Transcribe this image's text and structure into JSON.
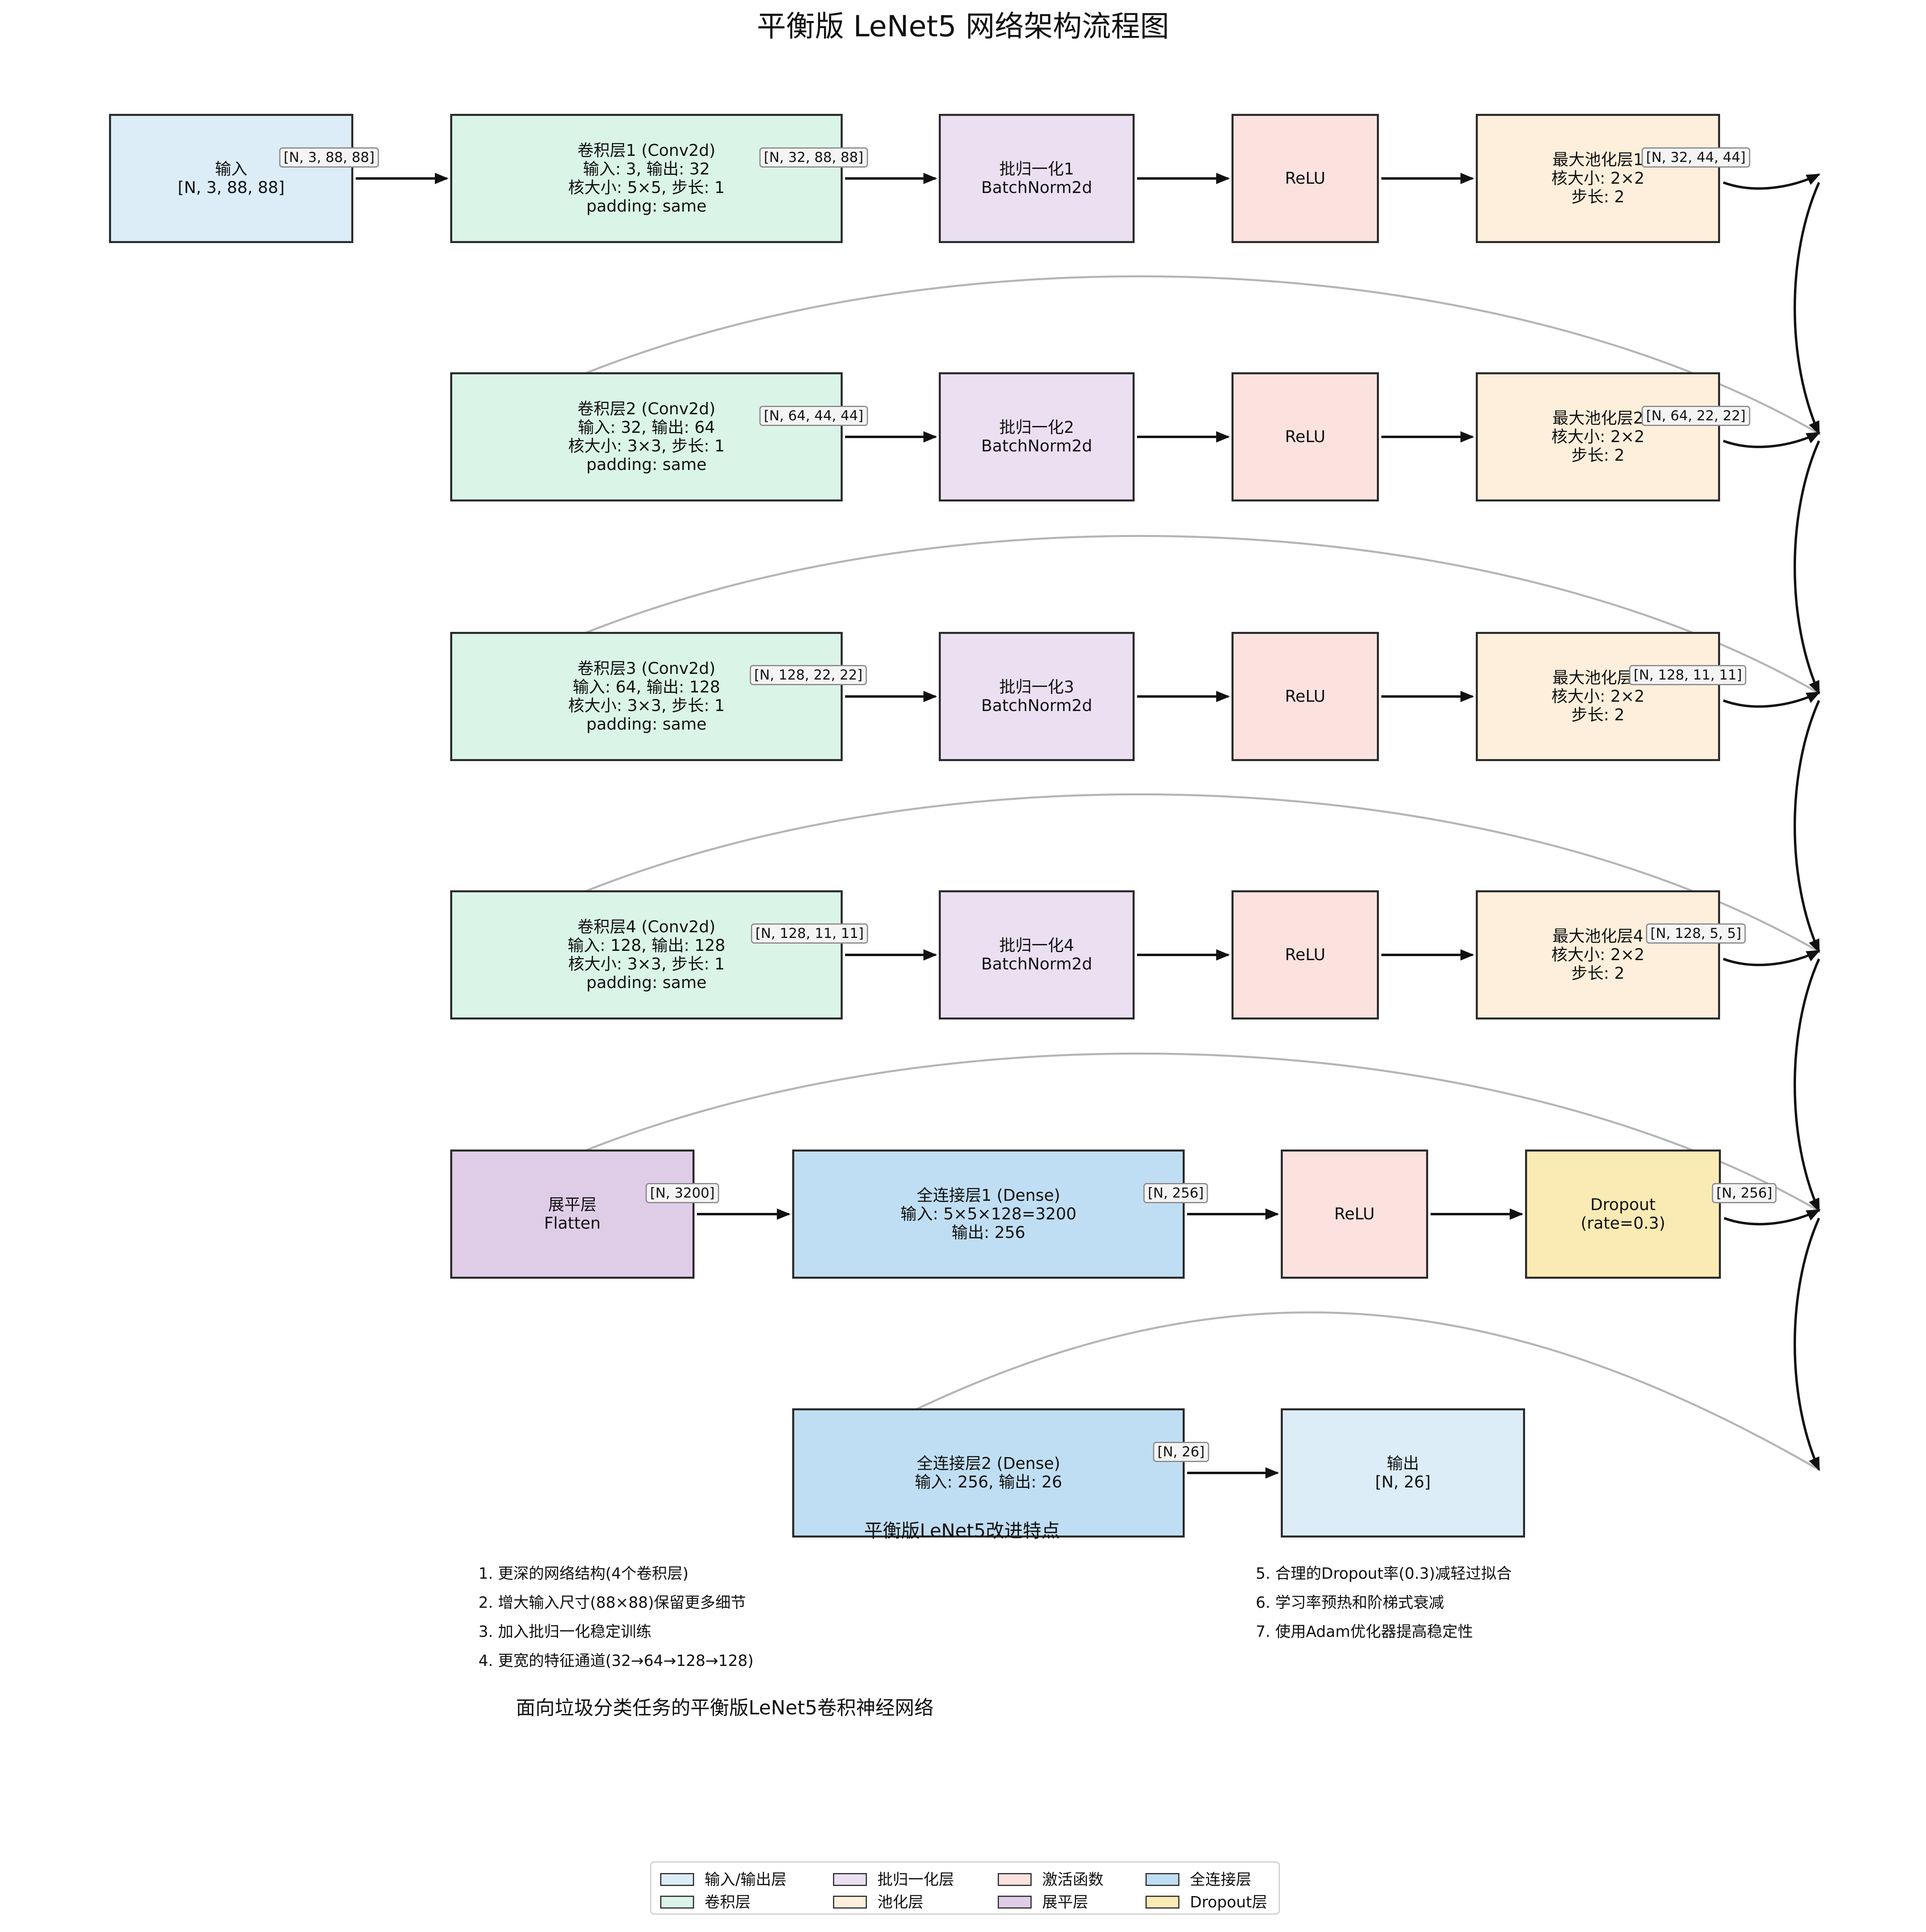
{
  "title": "平衡版 LeNet5 网络架构流程图",
  "colors": {
    "io": "#dcedf8",
    "conv": "#daf5e8",
    "bn": "#ebe0f2",
    "act": "#fbe2df",
    "pool": "#fdefdb",
    "flatten": "#dfcde8",
    "dense": "#c0def3",
    "dropout": "#faeab3"
  },
  "nodes": {
    "input": [
      "输入",
      "[N, 3, 88, 88]"
    ],
    "conv1": [
      "卷积层1 (Conv2d)",
      "输入: 3, 输出: 32",
      "核大小: 5×5, 步长: 1",
      "padding: same"
    ],
    "bn1": [
      "批归一化1",
      "BatchNorm2d"
    ],
    "relu1": [
      "ReLU"
    ],
    "pool1": [
      "最大池化层1",
      "核大小: 2×2",
      "步长: 2"
    ],
    "conv2": [
      "卷积层2 (Conv2d)",
      "输入: 32, 输出: 64",
      "核大小: 3×3, 步长: 1",
      "padding: same"
    ],
    "bn2": [
      "批归一化2",
      "BatchNorm2d"
    ],
    "relu2": [
      "ReLU"
    ],
    "pool2": [
      "最大池化层2",
      "核大小: 2×2",
      "步长: 2"
    ],
    "conv3": [
      "卷积层3 (Conv2d)",
      "输入: 64, 输出: 128",
      "核大小: 3×3, 步长: 1",
      "padding: same"
    ],
    "bn3": [
      "批归一化3",
      "BatchNorm2d"
    ],
    "relu3": [
      "ReLU"
    ],
    "pool3": [
      "最大池化层3",
      "核大小: 2×2",
      "步长: 2"
    ],
    "conv4": [
      "卷积层4 (Conv2d)",
      "输入: 128, 输出: 128",
      "核大小: 3×3, 步长: 1",
      "padding: same"
    ],
    "bn4": [
      "批归一化4",
      "BatchNorm2d"
    ],
    "relu4": [
      "ReLU"
    ],
    "pool4": [
      "最大池化层4",
      "核大小: 2×2",
      "步长: 2"
    ],
    "flatten": [
      "展平层",
      "Flatten"
    ],
    "fc1": [
      "全连接层1 (Dense)",
      "输入: 5×5×128=3200",
      "输出: 256"
    ],
    "relu5": [
      "ReLU"
    ],
    "dropout": [
      "Dropout",
      "(rate=0.3)"
    ],
    "fc2": [
      "全连接层2 (Dense)",
      "输入: 256, 输出: 26"
    ],
    "output": [
      "输出",
      "[N, 26]"
    ]
  },
  "shapes": {
    "input": "[N, 3, 88, 88]",
    "conv1": "[N, 32, 88, 88]",
    "pool1": "[N, 32, 44, 44]",
    "conv2": "[N, 64, 44, 44]",
    "pool2": "[N, 64, 22, 22]",
    "conv3": "[N, 128, 22, 22]",
    "pool3": "[N, 128, 11, 11]",
    "conv4": "[N, 128, 11, 11]",
    "pool4": "[N, 128, 5, 5]",
    "flatten": "[N, 3200]",
    "fc1": "[N, 256]",
    "dropout": "[N, 256]",
    "fc2": "[N, 26]"
  },
  "notes": {
    "title": "平衡版LeNet5改进特点",
    "left": [
      "1. 更深的网络结构(4个卷积层)",
      "2. 增大输入尺寸(88×88)保留更多细节",
      "3. 加入批归一化稳定训练",
      "4. 更宽的特征通道(32→64→128→128)"
    ],
    "right": [
      "5. 合理的Dropout率(0.3)减轻过拟合",
      "6. 学习率预热和阶梯式衰减",
      "7. 使用Adam优化器提高稳定性"
    ]
  },
  "footer": "面向垃圾分类任务的平衡版LeNet5卷积神经网络",
  "legend": [
    {
      "label": "输入/输出层",
      "color": "#dcedf8"
    },
    {
      "label": "批归一化层",
      "color": "#ebe0f2"
    },
    {
      "label": "激活函数",
      "color": "#fbe2df"
    },
    {
      "label": "全连接层",
      "color": "#c0def3"
    },
    {
      "label": "卷积层",
      "color": "#daf5e8"
    },
    {
      "label": "池化层",
      "color": "#fdefdb"
    },
    {
      "label": "展平层",
      "color": "#dfcde8"
    },
    {
      "label": "Dropout层",
      "color": "#faeab3"
    }
  ]
}
